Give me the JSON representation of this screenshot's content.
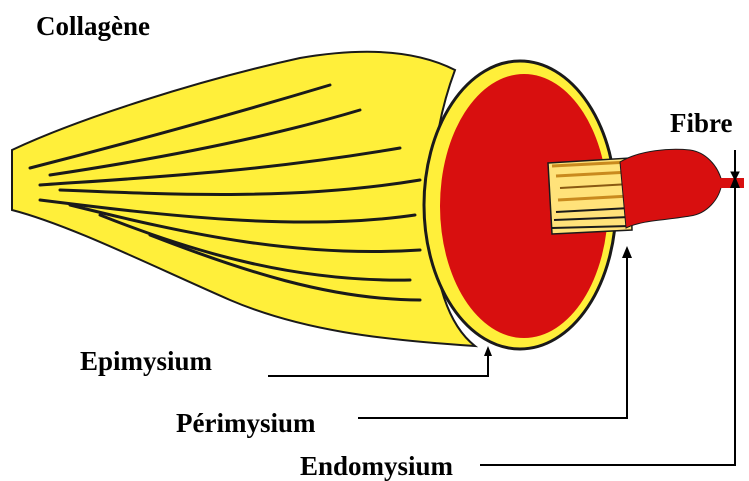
{
  "labels": {
    "collagene": "Collagène",
    "fibre": "Fibre",
    "epimysium": "Epimysium",
    "perimysium": "Périmysium",
    "endomysium": "Endomysium"
  },
  "colors": {
    "tendon_yellow": "#ffef3a",
    "muscle_red": "#d80f0f",
    "outline": "#1a1a1a",
    "leader_line": "#000000"
  }
}
